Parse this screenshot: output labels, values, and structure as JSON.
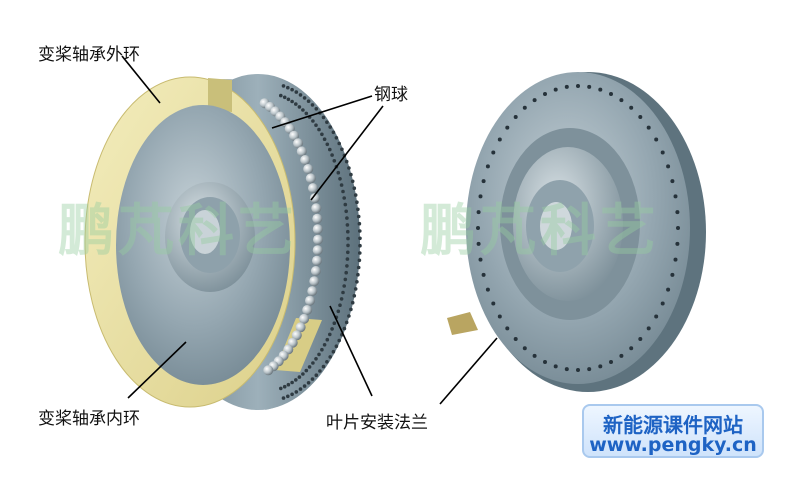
{
  "labels": {
    "outer_ring": "变桨轴承外环",
    "steel_ball": "钢球",
    "inner_ring": "变桨轴承内环",
    "flange": "叶片安装法兰"
  },
  "watermark": {
    "left": "鹏芃科艺",
    "right": "鹏芃科艺"
  },
  "badge": {
    "title": "新能源课件网站",
    "url": "www.pengky.cn"
  },
  "colors": {
    "steel": "#8fa3ae",
    "ring_yellow": "#ece4a8",
    "badge_text": "#1e63c4"
  }
}
